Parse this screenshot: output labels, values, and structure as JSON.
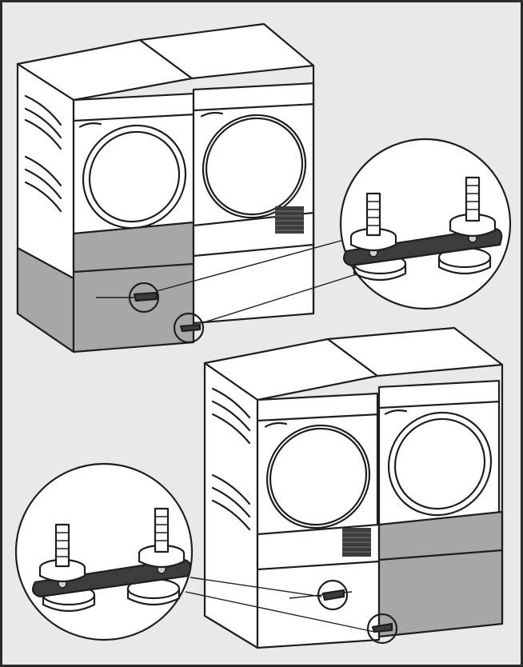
{
  "figure": {
    "panels": [
      {
        "name": "top-panel",
        "stand_side": "left",
        "detail_side": "right"
      },
      {
        "name": "bottom-panel",
        "stand_side": "right",
        "detail_side": "left"
      }
    ]
  },
  "colors": {
    "background": "#e9e9e9",
    "appliance": "#ffffff",
    "pedestal": "#a7a7a7",
    "bracket": "#3c3c3c",
    "outline": "#1e1e1e"
  }
}
